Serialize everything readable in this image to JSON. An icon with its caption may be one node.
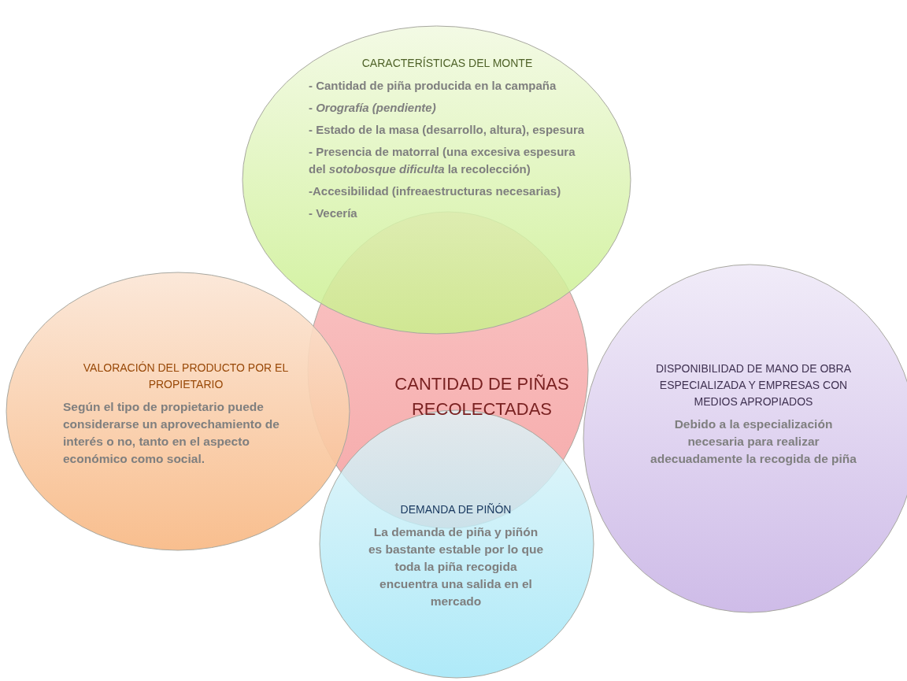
{
  "diagram": {
    "nodes": [
      {
        "text": [
          "CARACTERÍSTICAS DEL MONTE",
          "- Cantidad de piña producida en la campaña",
          "- *Orografía (pendiente)*",
          "- Estado de la masa (desarrollo, altura), espesura",
          "- Presencia de matorral (una excesiva espesura del *sotobosque dificulta* la recolección)",
          "-Accesibilidad (infreaestructuras necesarias)",
          "- Vecería"
        ]
      },
      {
        "text": [
          "VALORACIÓN DEL PRODUCTO POR EL PROPIETARIO",
          "Según el tipo de propietario puede considerarse un aprovechamiento de interés o no, tanto en el aspecto económico como social."
        ]
      },
      {
        "text": [
          "CANTIDAD DE PIÑAS RECOLECTADAS"
        ]
      },
      {
        "text": [
          "DISPONIBILIDAD DE MANO DE OBRA ESPECIALIZADA  Y EMPRESAS CON MEDIOS APROPIADOS",
          "Debido a la especialización necesaria para realizar adecuadamente la recogida de piña"
        ]
      },
      {
        "text": [
          "DEMANDA DE PIÑÓN",
          "La demanda de piña y piñón es bastante estable por lo que toda la piña recogida encuentra una salida en el mercado"
        ]
      }
    ]
  }
}
